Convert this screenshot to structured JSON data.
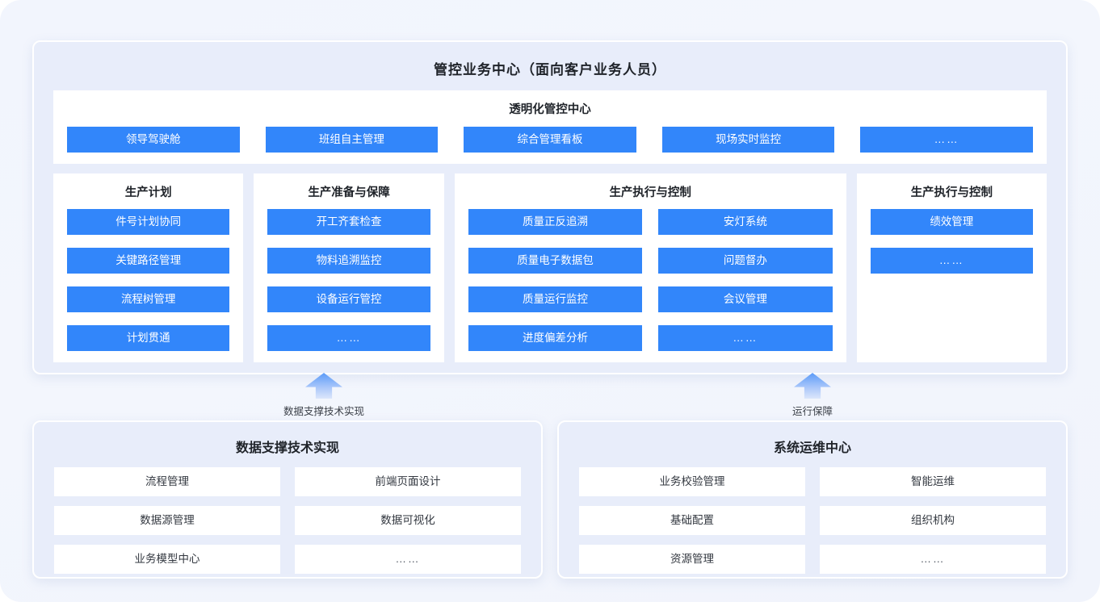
{
  "top_card": {
    "title": "管控业务中心（面向客户业务人员）",
    "transparent_center": {
      "title": "透明化管控中心",
      "items": [
        "领导驾驶舱",
        "班组自主管理",
        "综合管理看板",
        "现场实时监控",
        "……"
      ]
    },
    "sections": [
      {
        "title": "生产计划",
        "columns": 1,
        "items": [
          "件号计划协同",
          "关键路径管理",
          "流程树管理",
          "计划贯通"
        ]
      },
      {
        "title": "生产准备与保障",
        "columns": 1,
        "items": [
          "开工齐套检查",
          "物料追溯监控",
          "设备运行管控",
          "……"
        ]
      },
      {
        "title": "生产执行与控制",
        "columns": 2,
        "items": [
          "质量正反追溯",
          "安灯系统",
          "质量电子数据包",
          "问题督办",
          "质量运行监控",
          "会议管理",
          "进度偏差分析",
          "……"
        ]
      },
      {
        "title": "生产执行与控制",
        "columns": 1,
        "items": [
          "绩效管理",
          "……"
        ]
      }
    ]
  },
  "arrows": [
    {
      "label": "数据支撑技术实现",
      "direction": "up"
    },
    {
      "label": "运行保障",
      "direction": "up"
    }
  ],
  "bottom_panels": [
    {
      "title": "数据支撑技术实现",
      "items": [
        "流程管理",
        "前端页面设计",
        "数据源管理",
        "数据可视化",
        "业务模型中心",
        "……"
      ]
    },
    {
      "title": "系统运维中心",
      "items": [
        "业务校验管理",
        "智能运维",
        "基础配置",
        "组织机构",
        "资源管理",
        "……"
      ]
    }
  ],
  "colors": {
    "accent_blue": "#3286fa",
    "panel_bg": "#e8edfa",
    "page_bg": "#f2f5fd",
    "card_white": "#ffffff",
    "text_dark": "#1f2329",
    "text_body": "#333840"
  }
}
